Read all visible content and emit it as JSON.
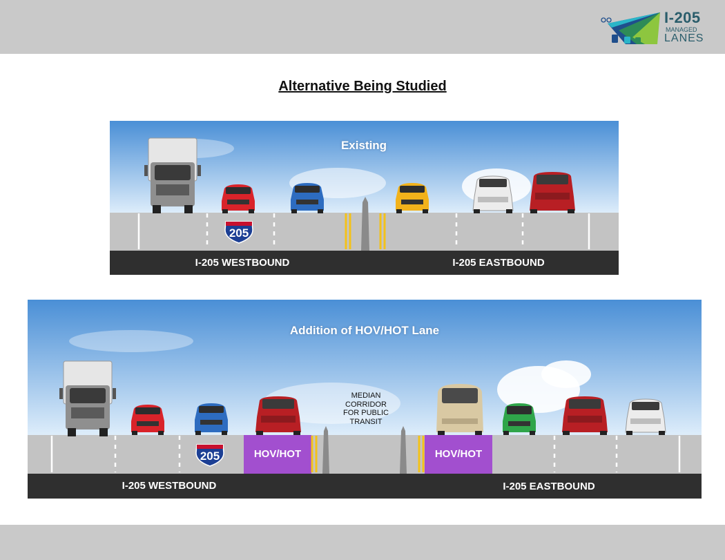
{
  "header": {
    "logo": {
      "number": "I-205",
      "line1": "MANAGED",
      "line2": "LANES",
      "colors": [
        "#1f4e8c",
        "#2e8b57",
        "#8dc63f",
        "#2bb5c8"
      ]
    }
  },
  "title": "Alternative Being Studied",
  "existing": {
    "title": "Existing",
    "shield": "205",
    "westbound_label": "I-205 WESTBOUND",
    "eastbound_label": "I-205 EASTBOUND"
  },
  "proposed": {
    "title": "Addition of HOV/HOT Lane",
    "shield": "205",
    "hov_west": "HOV/HOT",
    "hov_east": "HOV/HOT",
    "median_lines": [
      "MEDIAN",
      "CORRIDOR",
      "FOR PUBLIC",
      "TRANSIT"
    ],
    "westbound_label": "I-205 WESTBOUND",
    "eastbound_label": "I-205 EASTBOUND"
  },
  "colors": {
    "sky_top": "#4a8fd6",
    "sky_bottom": "#dfeefb",
    "road": "#c3c3c3",
    "label_bar": "#2f2f2f",
    "hov_lane": "#a24fcf",
    "yellow_line": "#f3c21a",
    "header_band": "#c9c9c9"
  },
  "vehicles": {
    "existing": [
      "truck-gray",
      "car-red",
      "car-blue",
      "car-yellow",
      "pickup-white",
      "pickup-red"
    ],
    "proposed": [
      "truck-gray",
      "car-red",
      "car-blue",
      "pickup-red",
      "van-tan",
      "car-green",
      "pickup-red",
      "pickup-white"
    ]
  }
}
